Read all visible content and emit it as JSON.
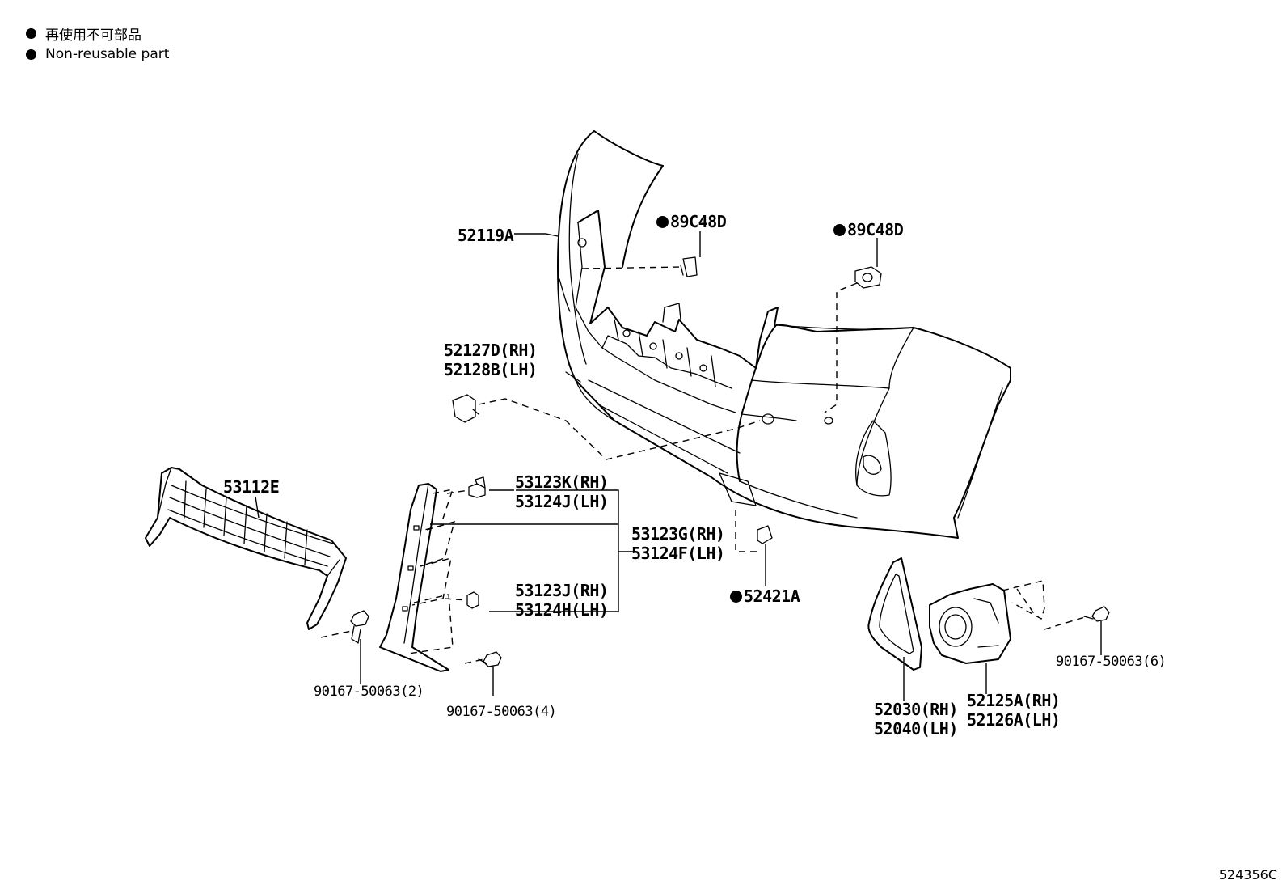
{
  "legend": [
    {
      "text": "再使用不可部品"
    },
    {
      "text": "Non-reusable part"
    }
  ],
  "labels": {
    "l52119A": "52119A",
    "l89C48D_1": "89C48D",
    "l89C48D_2": "89C48D",
    "l52127D": "52127D(RH)",
    "l52128B": "52128B(LH)",
    "l53112E": "53112E",
    "l53123K": "53123K(RH)",
    "l53124J": "53124J(LH)",
    "l53123G": "53123G(RH)",
    "l53124F": "53124F(LH)",
    "l53123J": "53123J(RH)",
    "l53124H": "53124H(LH)",
    "l52421A": "52421A",
    "l90167_2": "90167-50063(2)",
    "l90167_4": "90167-50063(4)",
    "l90167_6": "90167-50063(6)",
    "l52030": "52030(RH)",
    "l52040": "52040(LH)",
    "l52125A": "52125A(RH)",
    "l52126A": "52126A(LH)"
  },
  "diagram_code": "524356C"
}
